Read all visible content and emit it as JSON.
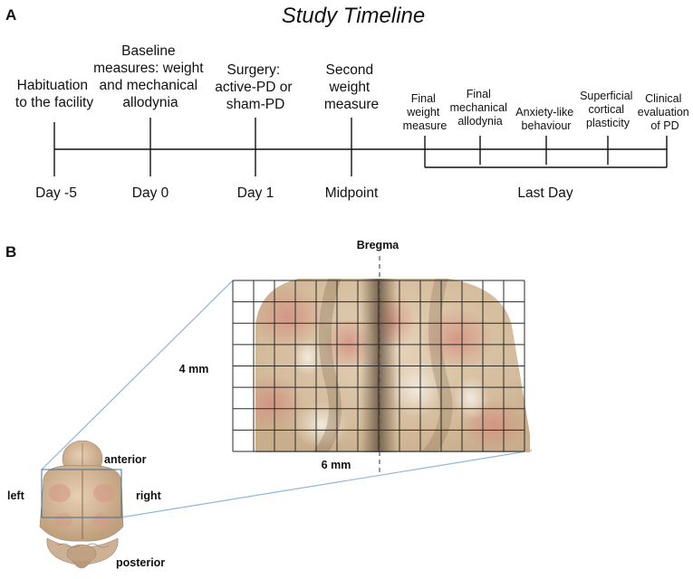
{
  "panel_a": {
    "letter": "A",
    "title": "Study Timeline",
    "events": [
      {
        "lines": [
          "Habituation",
          "to the facility"
        ]
      },
      {
        "lines": [
          "Baseline",
          "measures: weight",
          "and mechanical",
          "allodynia"
        ]
      },
      {
        "lines": [
          "Surgery:",
          "active-PD or",
          "sham-PD"
        ]
      },
      {
        "lines": [
          "Second",
          "weight",
          "measure"
        ]
      },
      {
        "lines": [
          "Final",
          "weight",
          "measure"
        ]
      },
      {
        "lines": [
          "Final",
          "mechanical",
          "allodynia"
        ]
      },
      {
        "lines": [
          "Anxiety-like",
          "behaviour"
        ]
      },
      {
        "lines": [
          "Superficial",
          "cortical",
          "plasticity"
        ]
      },
      {
        "lines": [
          "Clinical",
          "evaluation",
          "of PD"
        ]
      }
    ],
    "day_labels": [
      "Day -5",
      "Day 0",
      "Day 1",
      "Midpoint",
      "Last Day"
    ]
  },
  "panel_b": {
    "letter": "B",
    "bregma_label": "Bregma",
    "height_label": "4 mm",
    "width_label": "6 mm",
    "orientation": {
      "anterior": "anterior",
      "posterior": "posterior",
      "left": "left",
      "right": "right"
    }
  },
  "colors": {
    "line": "#111111",
    "grid": "#2a2a2a",
    "zoom_lines": "#8fb7dd",
    "cortex_base": "#d9c2a3",
    "cortex_pink": "#d99a8a",
    "cortex_dark": "#8a6f55"
  }
}
